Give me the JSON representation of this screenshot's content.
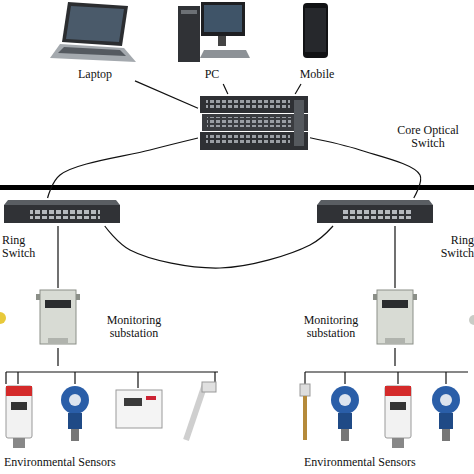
{
  "diagram": {
    "nodes": [
      {
        "text": [
          "Laptop"
        ]
      },
      {
        "text": [
          "PC"
        ]
      },
      {
        "text": [
          "Mobile"
        ]
      },
      {
        "text": [
          "Core Optical Switch"
        ]
      },
      {
        "text": [
          "Ring Switch"
        ]
      },
      {
        "text": [
          "Ring Switch"
        ]
      },
      {
        "text": [
          "Monitoring substation"
        ]
      },
      {
        "text": [
          "Monitoring substation"
        ]
      },
      {
        "text": [
          "Environmental Sensors"
        ]
      },
      {
        "text": [
          "Environmental Sensors"
        ]
      }
    ],
    "edges": [
      {
        "from": 0,
        "to": 3,
        "arrow": "none"
      },
      {
        "from": 1,
        "to": 3,
        "arrow": "none"
      },
      {
        "from": 2,
        "to": 3,
        "arrow": "none"
      },
      {
        "from": 3,
        "to": 4,
        "arrow": "none"
      },
      {
        "from": 3,
        "to": 5,
        "arrow": "none"
      },
      {
        "from": 4,
        "to": 5,
        "arrow": "none"
      },
      {
        "from": 4,
        "to": 6,
        "arrow": "none"
      },
      {
        "from": 5,
        "to": 7,
        "arrow": "none"
      },
      {
        "from": 6,
        "to": 8,
        "arrow": "none"
      },
      {
        "from": 7,
        "to": 9,
        "arrow": "none"
      }
    ]
  }
}
